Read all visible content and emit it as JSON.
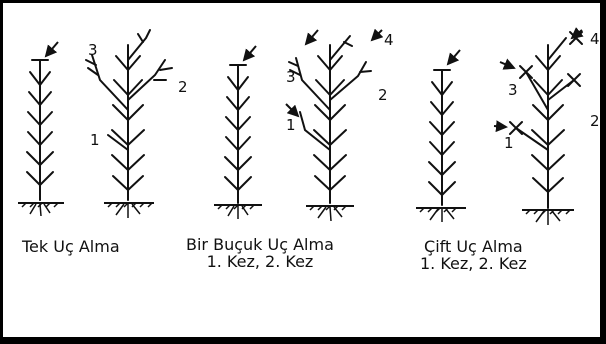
{
  "groups": [
    {
      "caption": [
        "Tek Uç Alma"
      ]
    },
    {
      "caption": [
        "Bir Buçuk Uç Alma",
        "1. Kez, 2. Kez"
      ]
    },
    {
      "caption": [
        "Çift Uç Alma",
        "1. Kez, 2. Kez"
      ]
    }
  ],
  "labels": {
    "one": "1",
    "two": "2",
    "three": "3",
    "four": "4"
  },
  "colors": {
    "ink": "#111111",
    "background": "#ffffff"
  }
}
